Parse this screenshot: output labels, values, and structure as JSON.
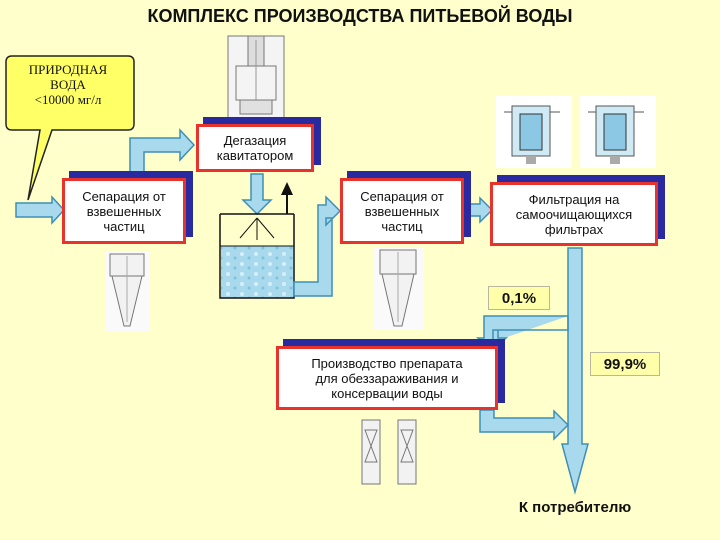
{
  "title": "КОМПЛЕКС ПРОИЗВОДСТВА ПИТЬЕВОЙ ВОДЫ",
  "source": {
    "label": "ПРИРОДНАЯ\nВОДА\n<10000 мг/л"
  },
  "boxes": {
    "separation1": "Сепарация от\nвзвешенных\nчастиц",
    "degassing": "Дегазация\nкавитатором",
    "separation2": "Сепарация от\nвзвешенных\nчастиц",
    "filtration": "Фильтрация на\nсамоочищающихся\nфильтрах",
    "production": "Производство препарата\nдля обеззараживания и\nконсервации воды"
  },
  "percentages": {
    "branch": "0,1%",
    "main": "99,9%"
  },
  "consumer": "К потребителю",
  "colors": {
    "background": "#ffffcc",
    "box_border": "#e8332c",
    "box_shadow": "#2a2aa0",
    "pipe_fill": "#a9d9ec",
    "pipe_stroke": "#3d8fb5",
    "callout_fill": "#ffff66"
  },
  "icons": [
    "cavitator-drawing-icon",
    "filter-vessel-icon",
    "hydrocyclone-drawing-icon",
    "tank-icon",
    "dispenser-drawing-icon"
  ]
}
